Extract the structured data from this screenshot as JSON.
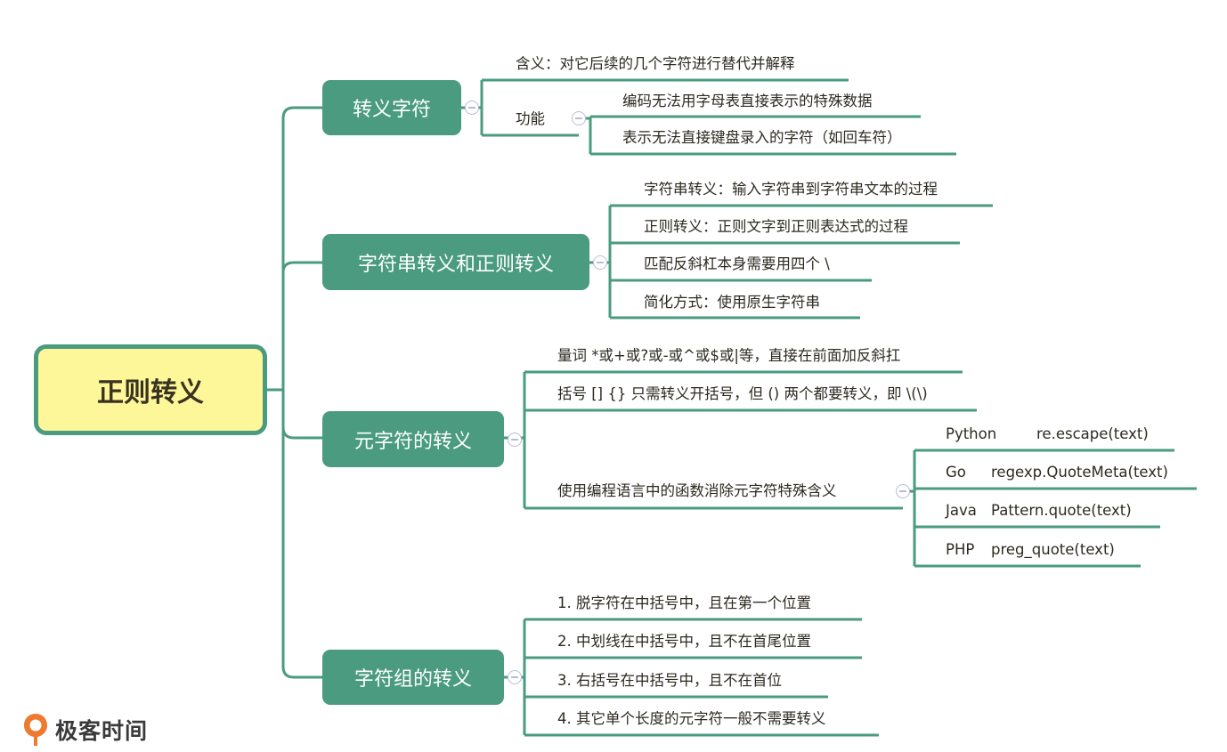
{
  "root": {
    "label": "正则转义"
  },
  "branches": [
    {
      "label": "转义字符",
      "items": [
        {
          "label": "含义：对它后续的几个字符进行替代并解释"
        },
        {
          "label": "功能",
          "items": [
            {
              "label": "编码无法用字母表直接表示的特殊数据"
            },
            {
              "label": "表示无法直接键盘录入的字符（如回车符）"
            }
          ]
        }
      ]
    },
    {
      "label": "字符串转义和正则转义",
      "items": [
        {
          "label": "字符串转义：输入字符串到字符串文本的过程"
        },
        {
          "label": "正则转义：正则文字到正则表达式的过程"
        },
        {
          "label": "匹配反斜杠本身需要用四个 \\"
        },
        {
          "label": "简化方式：使用原生字符串"
        }
      ]
    },
    {
      "label": "元字符的转义",
      "items": [
        {
          "label": "量词 *或+或?或-或^或$或|等，直接在前面加反斜扛"
        },
        {
          "label": "括号 [] {} 只需转义开括号，但 () 两个都要转义，即 \\(\\)"
        },
        {
          "label": "使用编程语言中的函数消除元字符特殊含义",
          "items": [
            {
              "lang": "Python",
              "func": "re.escape(text)"
            },
            {
              "lang": "Go",
              "func": "regexp.QuoteMeta(text)"
            },
            {
              "lang": "Java",
              "func": "Pattern.quote(text)"
            },
            {
              "lang": "PHP",
              "func": "preg_quote(text)"
            }
          ]
        }
      ]
    },
    {
      "label": "字符组的转义",
      "items": [
        {
          "label": "1. 脱字符在中括号中，且在第一个位置"
        },
        {
          "label": "2. 中划线在中括号中，且不在首尾位置"
        },
        {
          "label": "3. 右括号在中括号中，且不在首位"
        },
        {
          "label": "4. 其它单个长度的元字符一般不需要转义"
        }
      ]
    }
  ],
  "logo": {
    "text": "极客时间"
  },
  "colors": {
    "line": "#4a9b80",
    "branch_fill": "#4a9b80",
    "root_fill": "#fdf79a",
    "logo_accent": "#ee7a30"
  }
}
